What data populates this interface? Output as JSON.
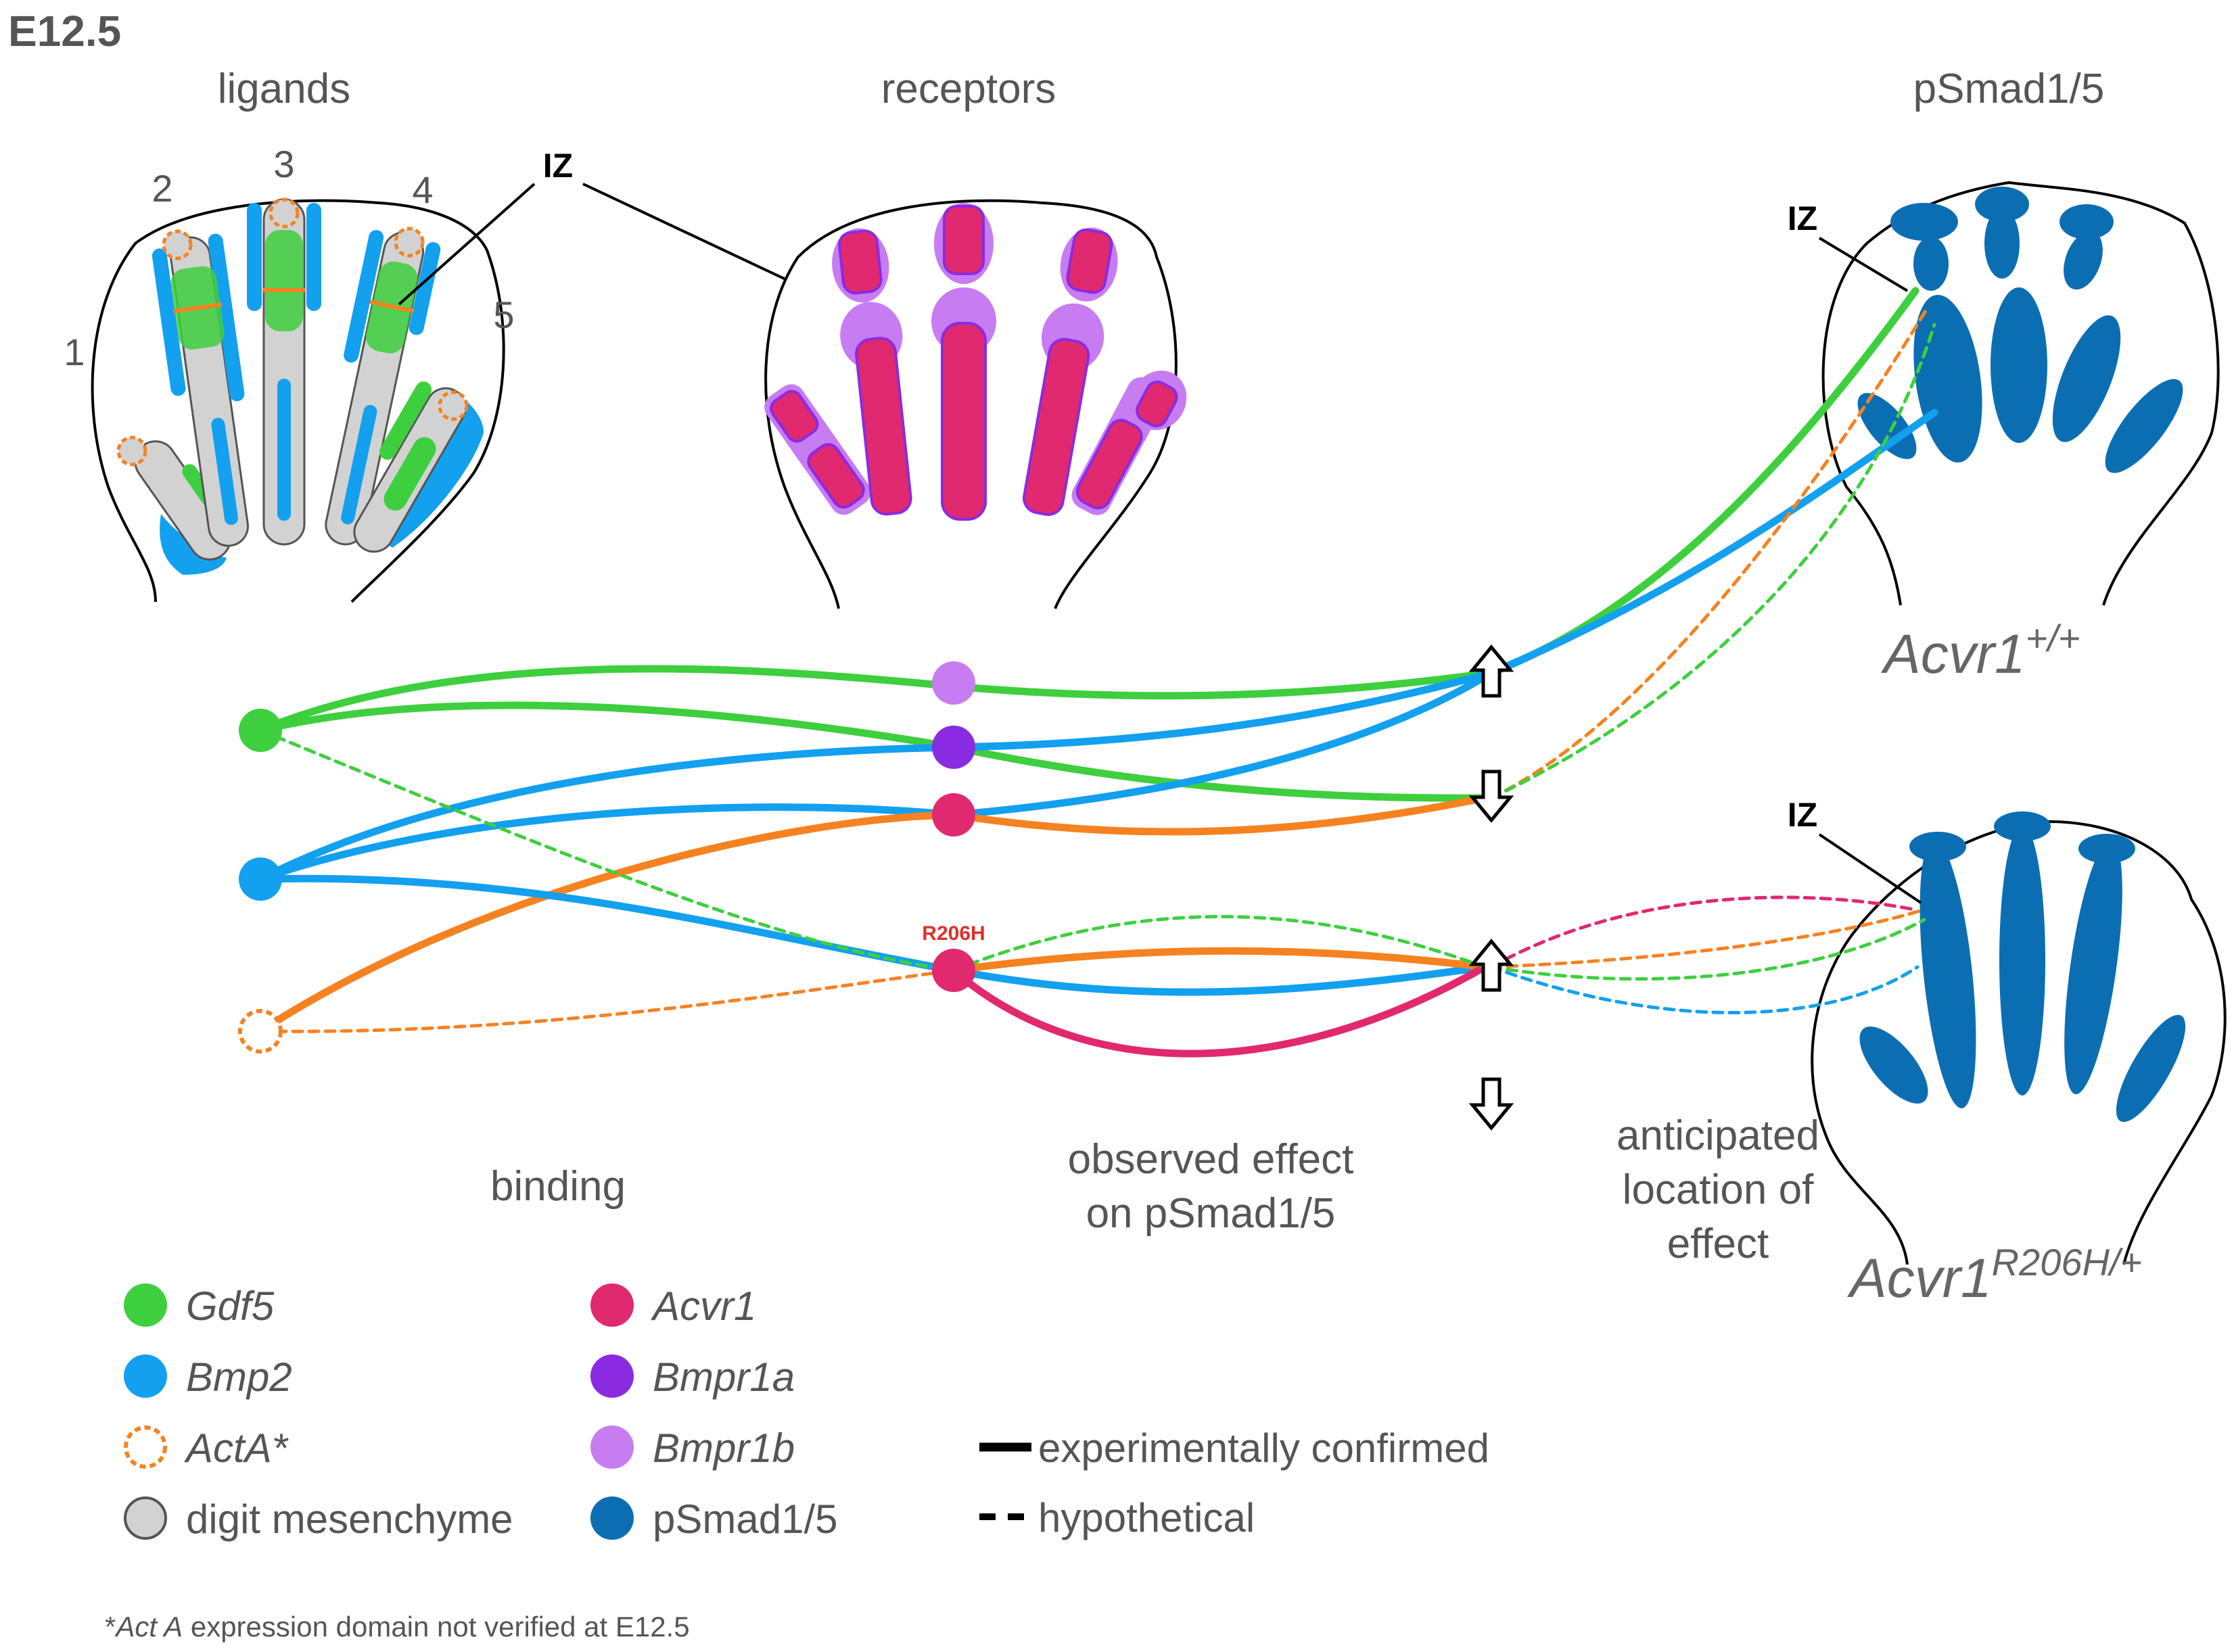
{
  "stage_label": "E12.5",
  "headings": {
    "ligands": "ligands",
    "receptors": "receptors",
    "psmad": "pSmad1/5"
  },
  "digit_numbers": [
    "1",
    "2",
    "3",
    "4",
    "5"
  ],
  "iz_label": "IZ",
  "mutation_label": "R206H",
  "captions": {
    "binding": "binding",
    "observed_line1": "observed effect",
    "observed_line2": "on pSmad1/5",
    "anticipated_line1": "anticipated",
    "anticipated_line2": "location of",
    "anticipated_line3": "effect"
  },
  "genotypes": {
    "wt_base": "Acvr1",
    "wt_sup": "+/+",
    "mut_base": "Acvr1",
    "mut_sup": "R206H/+"
  },
  "legend": {
    "gdf5": "Gdf5",
    "bmp2": "Bmp2",
    "acta": "ActA*",
    "mesenchyme": "digit mesenchyme",
    "acvr1": "Acvr1",
    "bmpr1a": "Bmpr1a",
    "bmpr1b": "Bmpr1b",
    "psmad": "pSmad1/5",
    "confirmed": "experimentally confirmed",
    "hypothetical": "hypothetical"
  },
  "footnote": {
    "prefix": "*",
    "italic": "Act A",
    "rest": " expression domain not verified at E12.5"
  },
  "colors": {
    "gdf5": "#3ecf3e",
    "bmp2": "#12a0ef",
    "acta": "#f58220",
    "acvr1": "#e0296e",
    "bmpr1a": "#8a2be2",
    "bmpr1b": "#c77cf2",
    "psmad": "#0c6eb2",
    "mesenchyme": "#d2d2d2"
  }
}
